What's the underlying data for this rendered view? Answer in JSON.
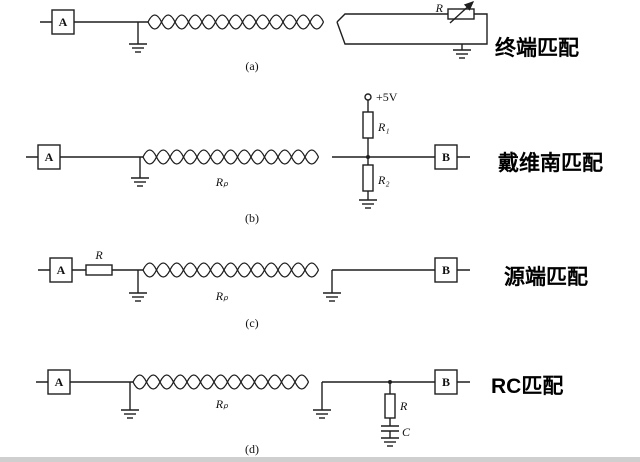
{
  "figure_type": "transmission-line-termination-schemes",
  "colors": {
    "line": "#1f1f1f",
    "text": "#000000",
    "background": "#ffffff"
  },
  "diagrams": {
    "a": {
      "caption": "(a)",
      "title": "终端匹配",
      "driver": "A",
      "r_label": "R"
    },
    "b": {
      "caption": "(b)",
      "title": "戴维南匹配",
      "driver": "A",
      "receiver": "B",
      "supply": "+5V",
      "r1": "R₁",
      "r2": "R₂",
      "rp": "Rₚ"
    },
    "c": {
      "caption": "(c)",
      "title": "源端匹配",
      "driver": "A",
      "receiver": "B",
      "r_label": "R",
      "rp": "Rₚ"
    },
    "d": {
      "caption": "(d)",
      "title": "RC匹配",
      "driver": "A",
      "receiver": "B",
      "r_label": "R",
      "c_label": "C",
      "rp": "Rₚ"
    }
  }
}
